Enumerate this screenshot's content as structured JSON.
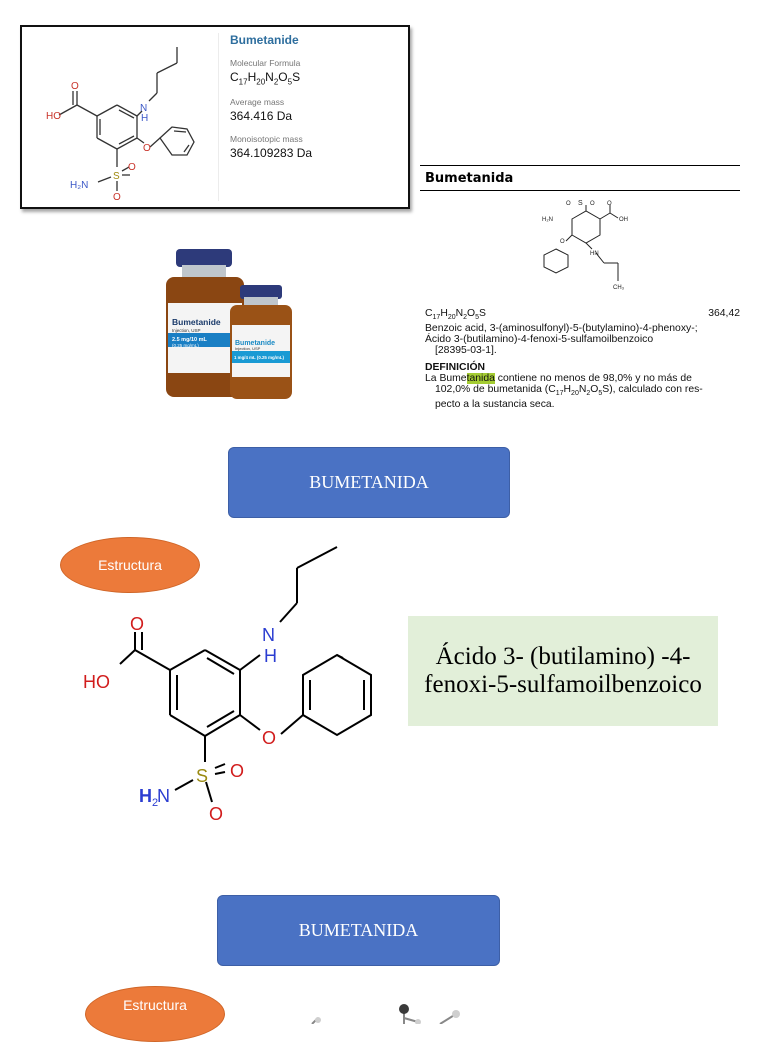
{
  "card": {
    "title": "Bumetanide",
    "formula_label": "Molecular Formula",
    "formula": [
      "C",
      "17",
      "H",
      "20",
      "N",
      "2",
      "O",
      "5",
      "S"
    ],
    "avg_label": "Average mass",
    "avg_value": "364.416 Da",
    "mono_label": "Monoisotopic mass",
    "mono_value": "364.109283 Da",
    "atoms": {
      "ho": "HO",
      "o": "O",
      "h": "H",
      "n": "N",
      "h2n": "H₂N",
      "s": "S"
    }
  },
  "monograph": {
    "title": "Bumetanida",
    "formula": [
      "C",
      "17",
      "H",
      "20",
      "N",
      "2",
      "O",
      "5",
      "S"
    ],
    "mass": "364,42",
    "name_en": "Benzoic acid, 3-(aminosulfonyl)-5-(butylamino)-4-phenoxy-;",
    "name_es": "Ácido 3-(butilamino)-4-fenoxi-5-sulfamoilbenzoico",
    "cas": "[28395-03-1].",
    "def_title": "DEFINICIÓN",
    "def_pre": "La Bume",
    "def_hl": "tanida",
    "def_mid": " contiene no menos de 98,0% y no más de",
    "def_line2_pre": "102,0% de bumetanida (C",
    "def_line2_post": "), calculado con res-",
    "def_line3": "pecto a la sustancia seca.",
    "atoms": {
      "h2n": "H₂N",
      "s": "S",
      "o": "O",
      "oh": "OH",
      "hn": "HN",
      "ch3": "CH₃"
    }
  },
  "vials": {
    "label_big": "Bumetanide",
    "sub_big": "Injection, USP",
    "conc_big": "2.5 mg/10 mL",
    "conc_big2": "(0.25 mg/mL)",
    "label_small": "Bumetanide",
    "sub_small": "Injection, USP",
    "conc_small": "1 mg/4 mL (0.25 mg/mL)"
  },
  "section1": {
    "button": "BUMETANIDA",
    "tag": "Estructura",
    "iupac": "Ácido 3- (butilamino) -4-fenoxi-5-sulfamoilbenzoico",
    "atoms": {
      "o": "O",
      "ho": "HO",
      "n": "N",
      "h": "H",
      "s": "S",
      "h2": "H",
      "n2": "N"
    }
  },
  "section2": {
    "button": "BUMETANIDA",
    "tag": "Estructura"
  },
  "colors": {
    "button_blue": "#4a72c4",
    "pill_orange": "#ec7a3a",
    "name_bg": "#e2efd9",
    "oxygen_red": "#d11c1c",
    "nitrogen_blue": "#2b3dd1",
    "sulfur_gold": "#9a8a12",
    "highlight_green": "#a4cc32"
  }
}
